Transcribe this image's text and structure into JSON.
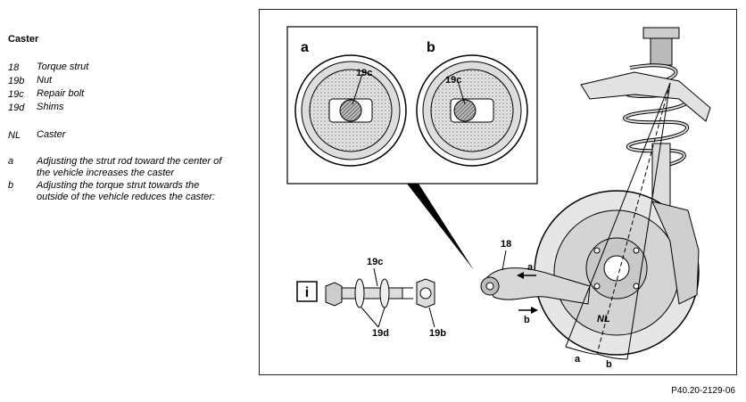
{
  "title": "Caster",
  "legend": [
    {
      "code": "18",
      "label": "Torque strut"
    },
    {
      "code": "19b",
      "label": "Nut"
    },
    {
      "code": "19c",
      "label": "Repair bolt"
    },
    {
      "code": "19d",
      "label": "Shims"
    }
  ],
  "nl_entry": {
    "code": "NL",
    "label": "Caster"
  },
  "notes": [
    {
      "code": "a",
      "text": "Adjusting the strut rod toward the center of the vehicle increases the caster"
    },
    {
      "code": "b",
      "text": "Adjusting the torque strut towards the outside of the vehicle reduces the caster:"
    }
  ],
  "figure": {
    "inset_label_a": "a",
    "inset_label_b": "b",
    "bolt_label_left": "19c",
    "bolt_label_right": "19c",
    "info_symbol": "i",
    "part_19c": "19c",
    "part_19d": "19d",
    "part_19b": "19b",
    "part_18": "18",
    "arrow_a": "a",
    "arrow_b": "b",
    "nl": "NL",
    "angle_a": "a",
    "angle_b": "b"
  },
  "caption": "P40.20-2129-06"
}
